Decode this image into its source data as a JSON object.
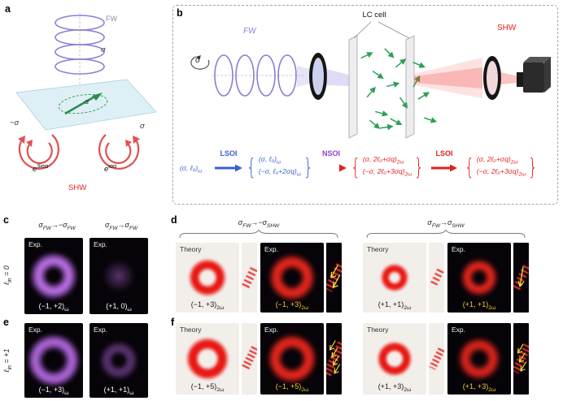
{
  "colors": {
    "fw_purple": "#8a7fd4",
    "shw_red": "#e02020",
    "eq_blue": "#3a5fd0",
    "nsoi_purple": "#8a3fd0",
    "exp_label_yellow": "#f2d229",
    "lc_green": "#2f9e55"
  },
  "panel_letters": {
    "a": "a",
    "b": "b",
    "c": "c",
    "d": "d",
    "e": "e",
    "f": "f"
  },
  "a": {
    "fw_label": "FW",
    "sigma_top": "σ",
    "alpha_label": "α",
    "neg_sigma_label": "−σ",
    "sigma_label": "σ",
    "exp_left": {
      "base": "e",
      "sup": "3iσα"
    },
    "exp_right": {
      "base": "e",
      "sup": "iσα"
    },
    "shw_label": "SHW"
  },
  "b": {
    "lc_cell_label": "LC cell",
    "fw_label": "FW",
    "sigma_label": "σ",
    "shw_label": "SHW",
    "eq": {
      "brace_open": "{",
      "brace_close": "}",
      "term1": {
        "main": "(σ, ℓ₀)",
        "sub": "ω"
      },
      "lsoi1": "LSOI",
      "nsoi": "NSOI",
      "lsoi2": "LSOI",
      "group1": {
        "top": {
          "main": "(σ, ℓ₀)",
          "sub": "ω"
        },
        "bottom": {
          "main": "(−σ, ℓ₀+2σq)",
          "sub": "ω"
        }
      },
      "group2": {
        "top": {
          "main": "(σ, 2ℓ₀+σq)",
          "sub": "2ω"
        },
        "bottom": {
          "main": "(−σ, 2ℓ₀+3σq)",
          "sub": "2ω"
        }
      },
      "group3": {
        "top": {
          "main": "(σ, 2ℓ₀+σq)",
          "sub": "2ω"
        },
        "bottom": {
          "main": "(−σ, 2ℓ₀+3σq)",
          "sub": "2ω"
        }
      }
    }
  },
  "c": {
    "header1": {
      "p1": "σ",
      "s1": "FW",
      "p2": "→−σ",
      "s2": "FW"
    },
    "header2": {
      "p1": "σ",
      "s1": "FW",
      "p2": "→σ",
      "s2": "FW"
    },
    "row_label": {
      "main": "ℓ",
      "sub": "in",
      "rest": " = 0"
    },
    "img1": {
      "tag": "Exp.",
      "label": {
        "main": "(−1, +2)",
        "sub": "ω"
      }
    },
    "img2": {
      "tag": "Exp.",
      "label": {
        "main": "(+1, 0)",
        "sub": "ω"
      }
    }
  },
  "d": {
    "header1": {
      "p1": "σ",
      "s1": "FW",
      "p2": "→−σ",
      "s2": "SHW"
    },
    "header2": {
      "p1": "σ",
      "s1": "FW",
      "p2": "→σ",
      "s2": "SHW"
    },
    "group1": {
      "theory_tag": "Theory",
      "theory_label": {
        "main": "(−1, +3)",
        "sub": "2ω"
      },
      "exp_tag": "Exp.",
      "exp_label": {
        "main": "(−1, +3)",
        "sub": "2ω"
      }
    },
    "group2": {
      "theory_tag": "Theory",
      "theory_label": {
        "main": "(+1, +1)",
        "sub": "2ω"
      },
      "exp_tag": "Exp.",
      "exp_label": {
        "main": "(+1, +1)",
        "sub": "2ω"
      }
    }
  },
  "e": {
    "row_label": {
      "main": "ℓ",
      "sub": "in",
      "rest": " = +1"
    },
    "img1": {
      "tag": "Exp.",
      "label": {
        "main": "(−1, +3)",
        "sub": "ω"
      }
    },
    "img2": {
      "tag": "Exp.",
      "label": {
        "main": "(+1, +1)",
        "sub": "ω"
      }
    }
  },
  "f": {
    "group1": {
      "theory_tag": "Theory",
      "theory_label": {
        "main": "(−1, +5)",
        "sub": "2ω"
      },
      "exp_tag": "Exp.",
      "exp_label": {
        "main": "(−1, +5)",
        "sub": "2ω"
      }
    },
    "group2": {
      "theory_tag": "Theory",
      "theory_label": {
        "main": "(+1, +3)",
        "sub": "2ω"
      },
      "exp_tag": "Exp.",
      "exp_label": {
        "main": "(+1, +3)",
        "sub": "2ω"
      }
    }
  }
}
